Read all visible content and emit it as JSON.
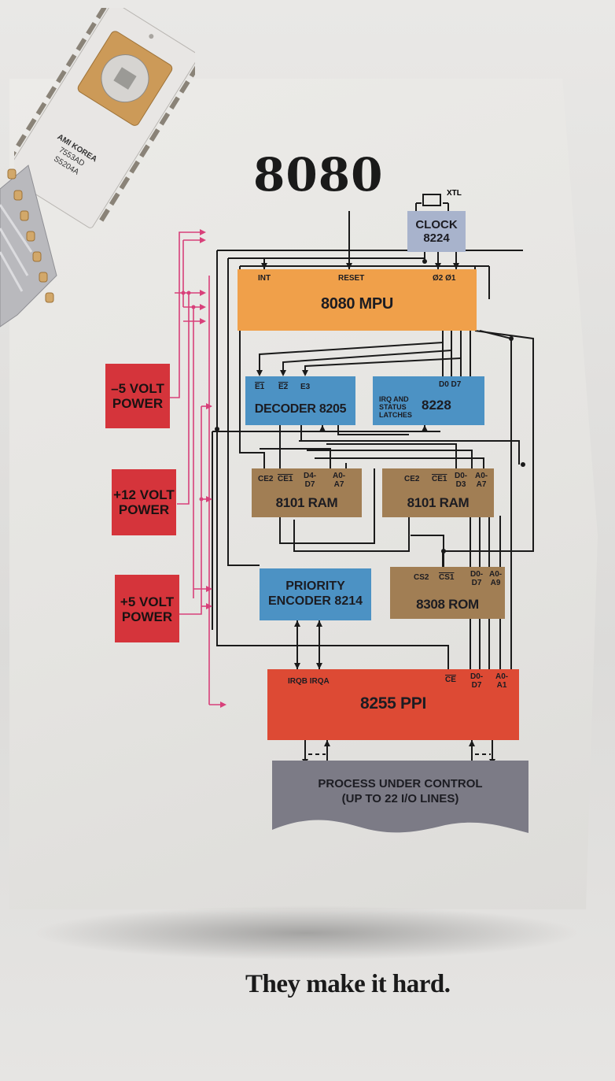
{
  "title": "8080",
  "tagline": "They make it hard.",
  "chips": {
    "chip1": {
      "line1": "AMI KOREA",
      "line2": "7553AD",
      "line3": "S5204A"
    }
  },
  "clock": {
    "xtl": "XTL",
    "line1": "CLOCK",
    "line2": "8224"
  },
  "mpu": {
    "label": "8080 MPU",
    "int": "INT",
    "reset": "RESET",
    "phases": "Ø2 Ø1"
  },
  "decoder": {
    "label": "DECODER 8205",
    "e1": "E1",
    "e2": "E2",
    "e3": "E3"
  },
  "latches": {
    "label": "8228",
    "irq": "IRQ AND",
    "status": "STATUS",
    "latches_text": "LATCHES",
    "data_pins": "D0 D7"
  },
  "ram1": {
    "label": "8101 RAM",
    "ce2": "CE2",
    "ce1": "CE1",
    "d": "D4-",
    "d2": "D7",
    "a": "A0-",
    "a2": "A7"
  },
  "ram2": {
    "label": "8101 RAM",
    "ce2": "CE2",
    "ce1": "CE1",
    "d": "D0-",
    "d2": "D3",
    "a": "A0-",
    "a2": "A7"
  },
  "priority": {
    "line1": "PRIORITY",
    "line2": "ENCODER 8214"
  },
  "rom": {
    "label": "8308 ROM",
    "cs2": "CS2",
    "cs1": "CS1",
    "d": "D0-",
    "d2": "D7",
    "a": "A0-",
    "a2": "A9"
  },
  "ppi": {
    "label": "8255 PPI",
    "irq": "IRQB IRQA",
    "ce": "CE",
    "d": "D0-",
    "d2": "D7",
    "a": "A0-",
    "a2": "A1"
  },
  "process": {
    "line1": "PROCESS UNDER CONTROL",
    "line2": "(UP TO 22 I/O LINES)"
  },
  "power": {
    "minus5": {
      "line1": "–5 VOLT",
      "line2": "POWER"
    },
    "plus12": {
      "line1": "+12 VOLT",
      "line2": "POWER"
    },
    "plus5": {
      "line1": "+5 VOLT",
      "line2": "POWER"
    }
  },
  "colors": {
    "mpu": "#f0a04a",
    "blue": "#4c92c4",
    "brown": "#a17e54",
    "clock": "#a8b3cc",
    "ppi": "#dd4a34",
    "process": "#7c7b86",
    "power": "#d5343b",
    "power_wire": "#d8407a"
  }
}
